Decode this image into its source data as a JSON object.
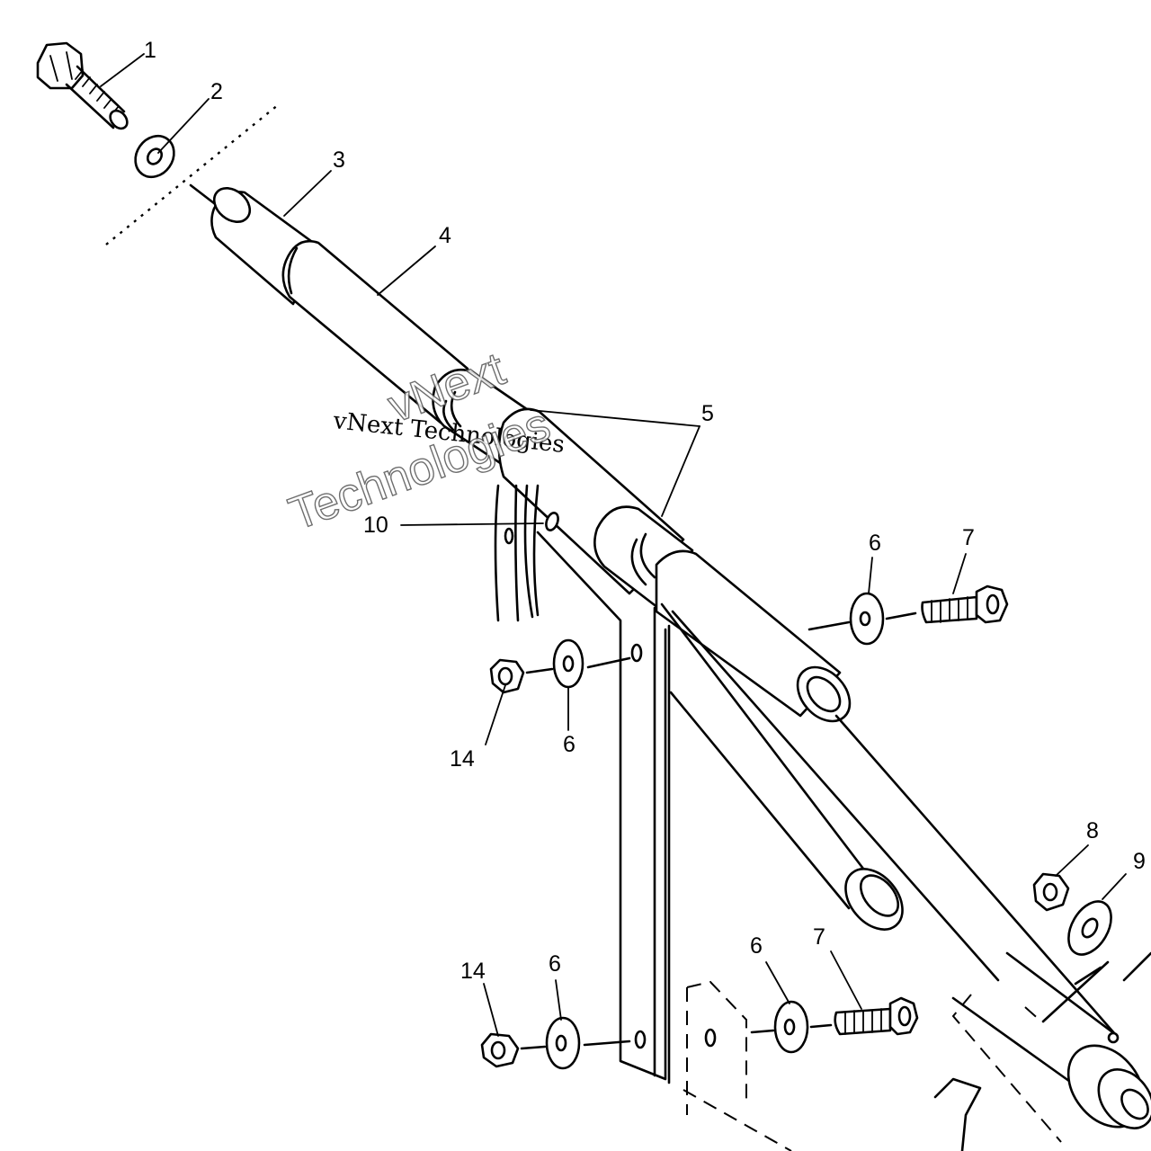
{
  "callouts": {
    "c1": "1",
    "c2": "2",
    "c3": "3",
    "c4": "4",
    "c5": "5",
    "c6a": "6",
    "c6b": "6",
    "c6c": "6",
    "c6d": "6",
    "c7a": "7",
    "c7b": "7",
    "c8": "8",
    "c9": "9",
    "c10": "10",
    "c14a": "14",
    "c14b": "14"
  },
  "watermark": {
    "small": "vNext Technologies",
    "large_line1": "vNext",
    "large_line2": "Technologies"
  }
}
